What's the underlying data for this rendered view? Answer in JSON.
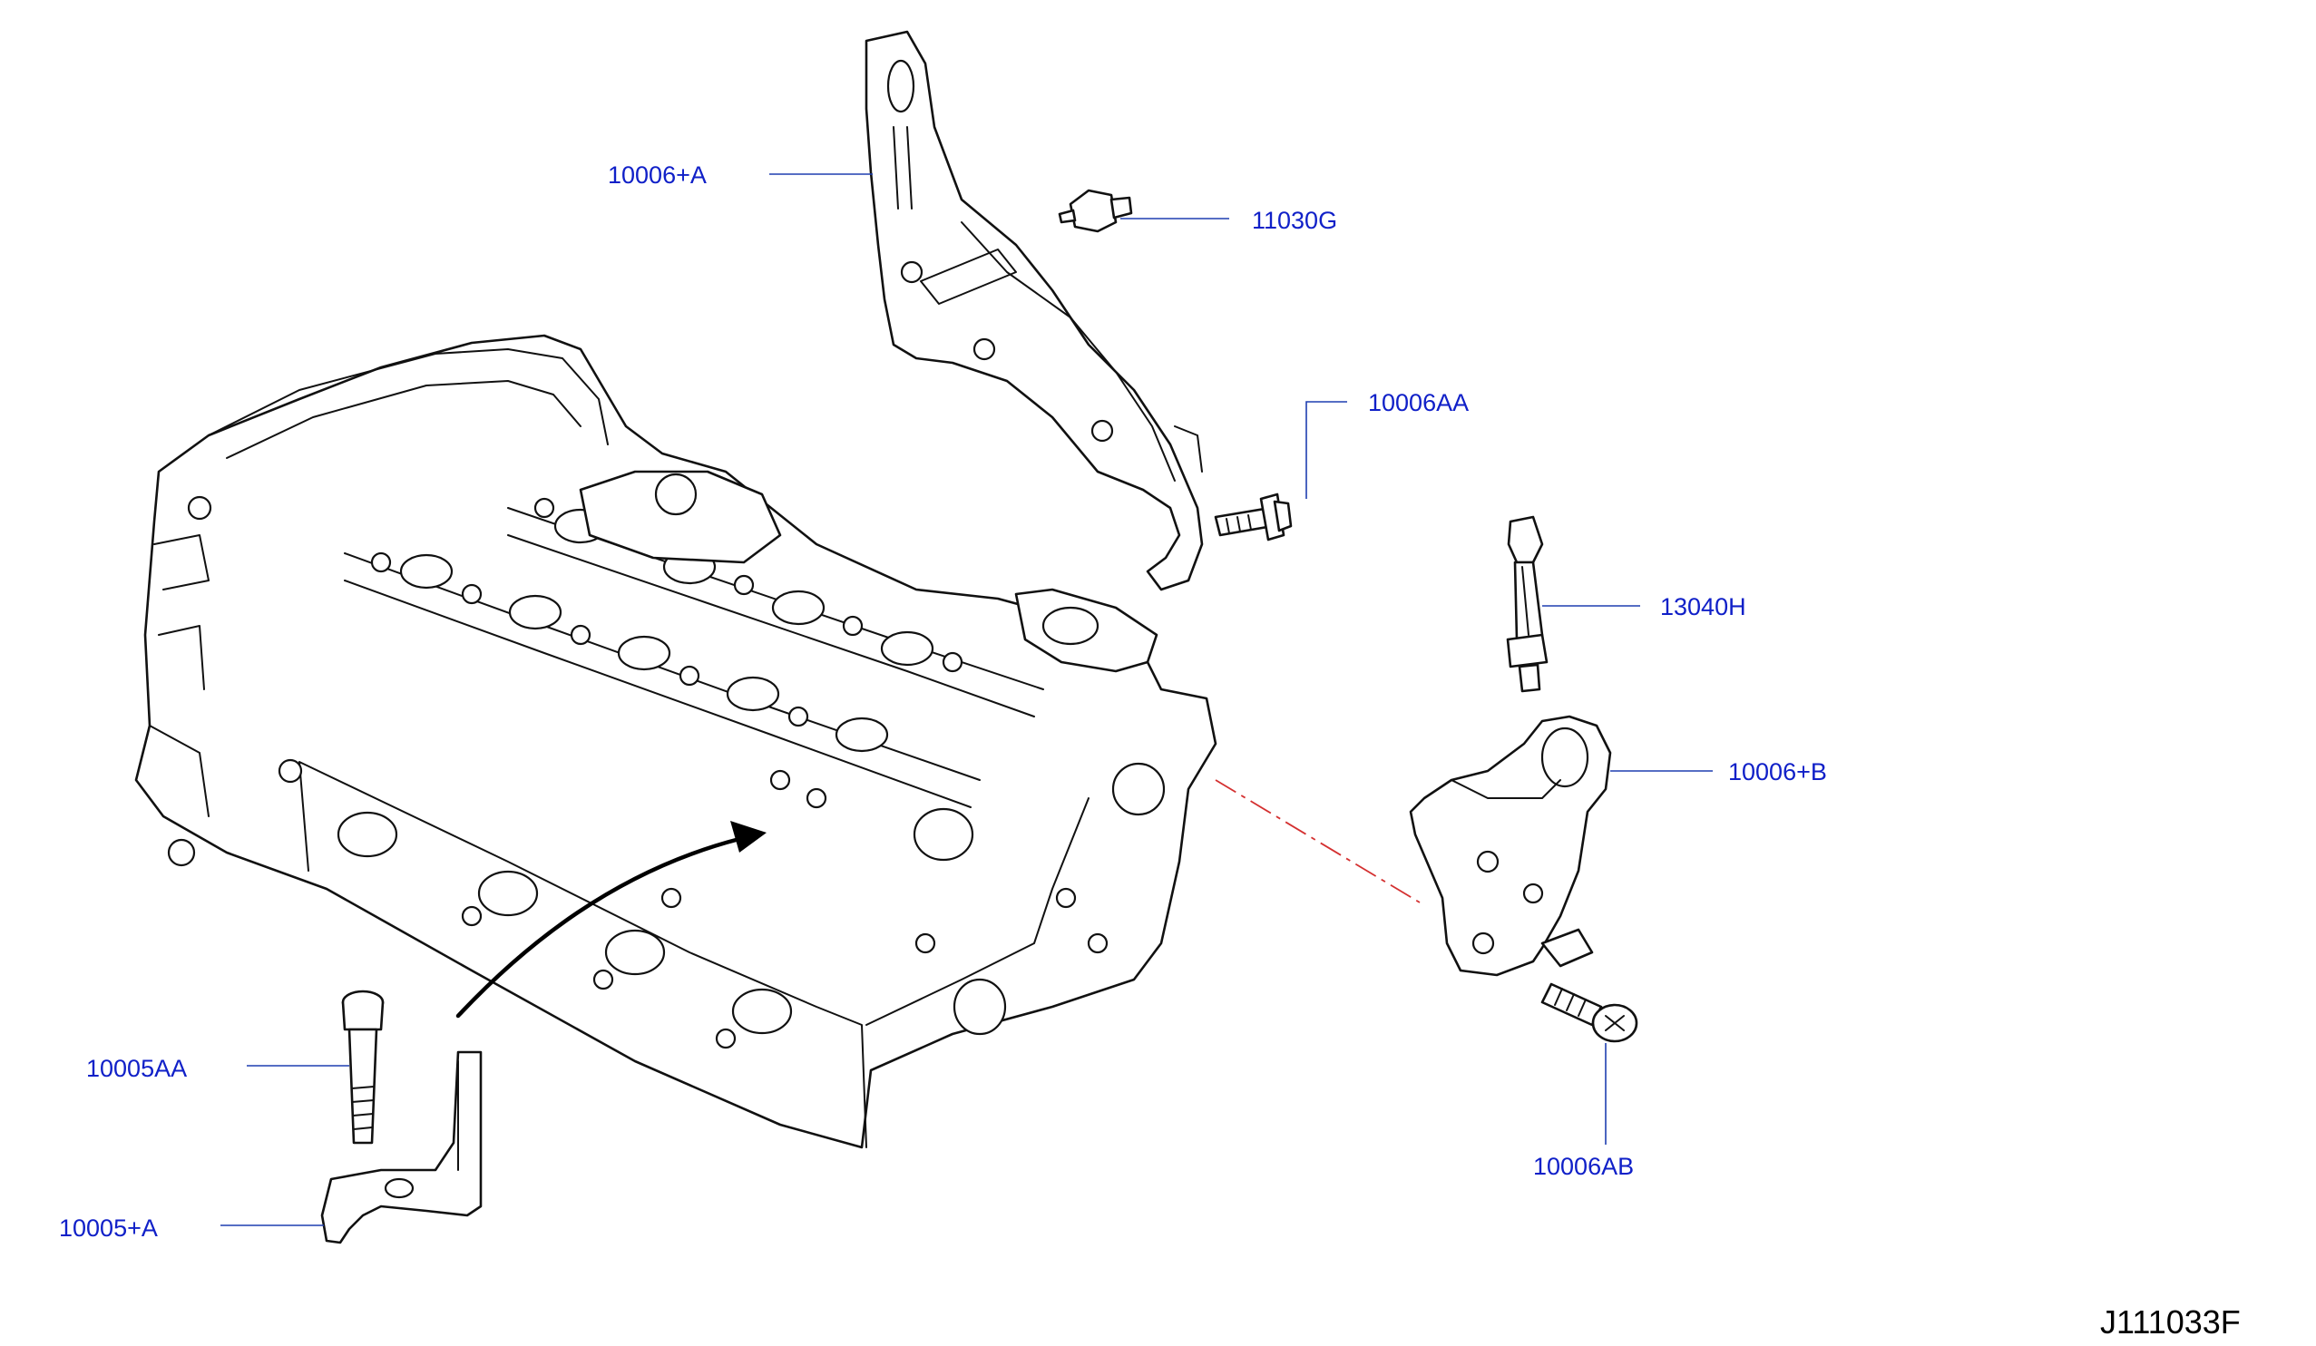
{
  "diagram": {
    "callouts": [
      {
        "id": "10006+A",
        "text": "10006+A"
      },
      {
        "id": "11030G",
        "text": "11030G"
      },
      {
        "id": "10006AA",
        "text": "10006AA"
      },
      {
        "id": "13040H",
        "text": "13040H"
      },
      {
        "id": "10006+B",
        "text": "10006+B"
      },
      {
        "id": "10006AB",
        "text": "10006AB"
      },
      {
        "id": "10005AA",
        "text": "10005AA"
      },
      {
        "id": "10005+A",
        "text": "10005+A"
      }
    ],
    "reference_code": "J111033F"
  }
}
